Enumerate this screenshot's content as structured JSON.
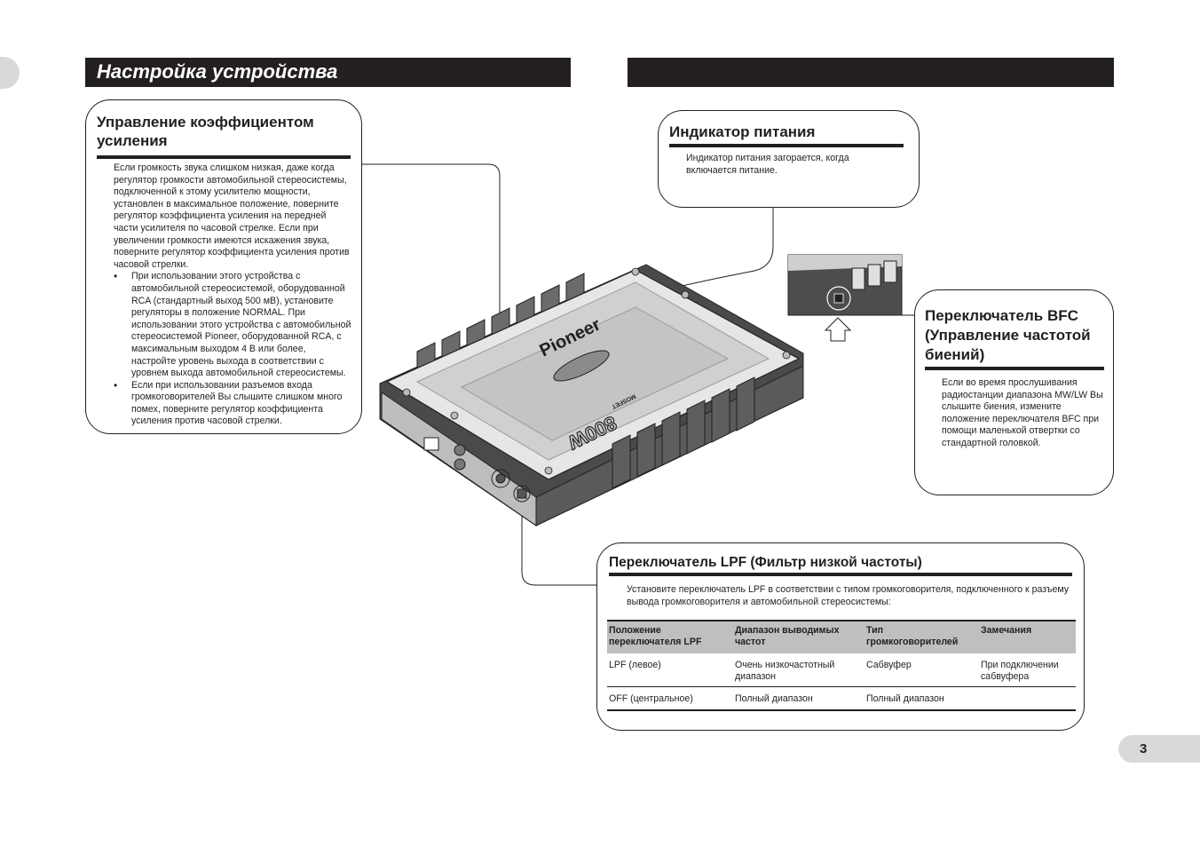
{
  "header": {
    "title": "Настройка устройства"
  },
  "gain_callout": {
    "title": "Управление коэффициентом усиления",
    "intro": "Если громкость звука слишком низкая, даже когда регулятор громкости автомобильной стереосистемы, подключенной к этому усилителю мощности, установлен в максимальное положение, поверните регулятор коэффициента усиления на передней части усилителя по часовой стрелке. Если при увеличении громкости имеются искажения звука, поверните регулятор коэффициента усиления против часовой стрелки.",
    "bullets": [
      "При использовании этого устройства с автомобильной стереосистемой, оборудованной RCA (стандартный выход 500 мВ), установите регуляторы в положение NORMAL. При использовании этого устройства с автомобильной стереосистемой Pioneer, оборудованной RCA, с максимальным выходом 4 В или более, настройте уровень выхода в соответствии с уровнем выхода автомобильной стереосистемы.",
      "Если при использовании разъемов входа громкоговорителей Вы слышите слишком много помех, поверните регулятор коэффициента усиления против часовой стрелки."
    ]
  },
  "power_callout": {
    "title": "Индикатор питания",
    "text": "Индикатор питания загорается, когда включается питание."
  },
  "bfc_callout": {
    "title": "Переключатель BFC (Управление частотой биений)",
    "text": "Если во время прослушивания радиостанции диапазона MW/LW Вы слышите биения, измените положение переключателя BFC при помощи маленькой отвертки со стандартной головкой."
  },
  "lpf_callout": {
    "title": "Переключатель LPF (Фильтр низкой частоты)",
    "text": "Установите переключатель LPF в соответствии с типом громкоговорителя, подключенного к разъему вывода громкоговорителя и автомобильной стереосистемы:",
    "table": {
      "headers": [
        "Положение переключателя LPF",
        "Диапазон выводимых частот",
        "Тип громкоговорителей",
        "Замечания"
      ],
      "rows": [
        [
          "LPF (левое)",
          "Очень низкочастотный диапазон",
          "Сабвуфер",
          "При подключении сабвуфера"
        ],
        [
          "OFF (центральное)",
          "Полный диапазон",
          "Полный диапазон",
          ""
        ]
      ]
    }
  },
  "illustration": {
    "brand": "Pioneer",
    "model": "800W",
    "sub_label": "MOSFET"
  },
  "page_number": "3"
}
